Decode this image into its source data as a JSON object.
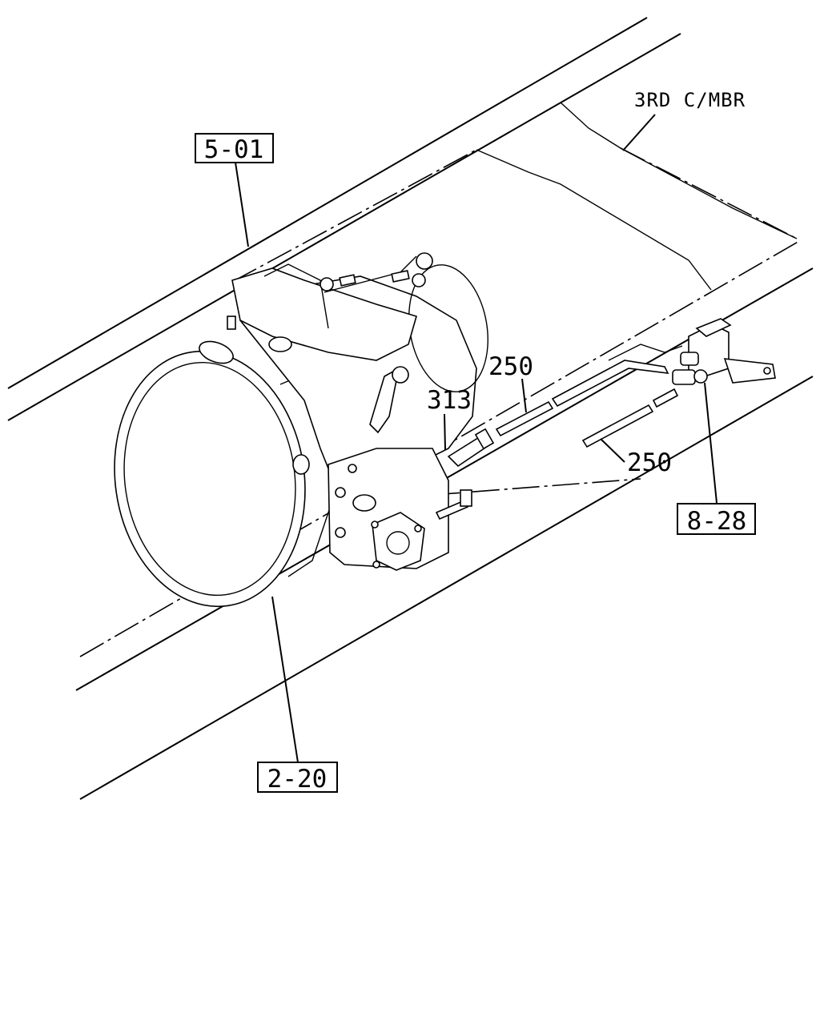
{
  "diagram": {
    "callouts": {
      "ref_5_01": "5-01",
      "ref_2_20": "2-20",
      "ref_8_28": "8-28",
      "part_313": "313",
      "part_250_upper": "250",
      "part_250_lower": "250"
    },
    "notes": {
      "crossmember": "3RD C/MBR"
    }
  }
}
